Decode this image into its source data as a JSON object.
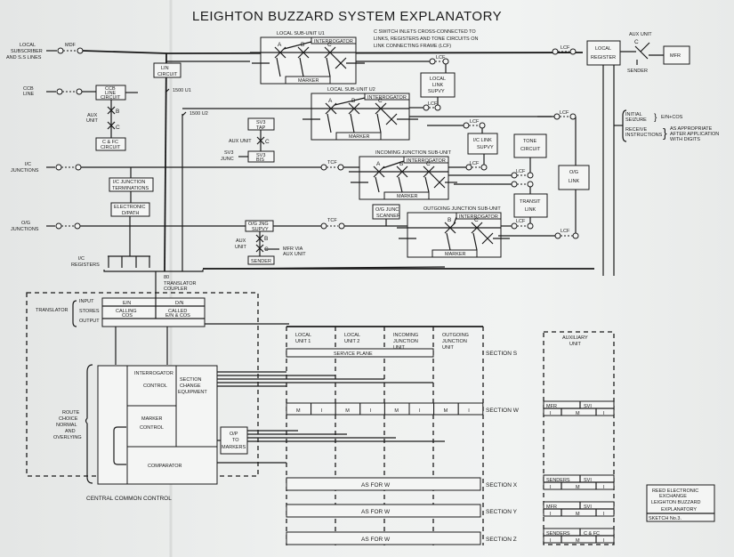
{
  "title": "LEIGHTON BUZZARD SYSTEM EXPLANATORY",
  "inputs": {
    "local_subscriber": [
      "LOCAL",
      "SUBSCRIBER",
      "AND S.S LINES"
    ],
    "mdf": "MDF",
    "ccb_line": [
      "CCB",
      "LINE"
    ],
    "ic_junctions": [
      "I/C",
      "JUNCTIONS"
    ],
    "og_junctions": [
      "O/G",
      "JUNCTIONS"
    ],
    "ic_registers": [
      "I/C",
      "REGISTERS"
    ]
  },
  "blocks": {
    "line_circuit": [
      "LIN",
      "CIRCUIT"
    ],
    "ccb_line_circuit": [
      "CCB",
      "LINE",
      "CIRCUIT"
    ],
    "aux_unit": [
      "AUX",
      "UNIT"
    ],
    "cfc_circuit": [
      "C & FC",
      "CIRCUIT"
    ],
    "ic_junction_terminations": [
      "I/C JUNCTION",
      "TERMINATIONS"
    ],
    "electronic_dpath": [
      "ELECTRONIC",
      "D/PATH"
    ],
    "sv3_tap": [
      "SV3",
      "TAP"
    ],
    "sv3_bis": [
      "SV3",
      "BIS"
    ],
    "sv3_junc": [
      "SV3",
      "JUNC"
    ],
    "aux_unit_inline": "AUX UNIT",
    "og_jnc_supvy": [
      "O/G JNG",
      "SUPVY"
    ],
    "sender": "SENDER",
    "mfr_via_aux": [
      "MFR VIA",
      "AUX UNIT"
    ],
    "og_junc_scanner": [
      "O/G JUNC",
      "SCANNER"
    ],
    "local_link_supvy": [
      "LOCAL",
      "LINK",
      "SUPVY"
    ],
    "ic_link_supvy": [
      "I/C LINK",
      "SUPVY"
    ],
    "tone_circuit": [
      "TONE",
      "CIRCUIT"
    ],
    "transit_link": [
      "TRANSIT",
      "LINK"
    ],
    "og_link": [
      "O/G",
      "LINK"
    ],
    "local_register": [
      "LOCAL",
      "REGISTER"
    ],
    "mfr": "MFR",
    "aux_unit_top": "AUX UNIT",
    "sender_top": "SENDER",
    "c_label": "C",
    "b_label": "B"
  },
  "wire_labels": {
    "u1": "1500 U1",
    "u2": "1500 U2",
    "lcf": "LCF",
    "tcf": "TCF",
    "coupler_count": "80",
    "translator_coupler": [
      "TRANSLATOR",
      "COUPLER"
    ]
  },
  "sub_units": [
    {
      "name": "LOCAL SUB-UNIT U1",
      "interrogator": "INTERROGATOR",
      "marker": "MARKER",
      "switches": [
        "A",
        "B",
        "C"
      ]
    },
    {
      "name": "LOCAL SUB-UNIT U2",
      "interrogator": "INTERROGATOR",
      "marker": "MARKER",
      "switches": [
        "A",
        "B",
        "C"
      ]
    },
    {
      "name": "INCOMING JUNCTION SUB-UNIT",
      "interrogator": "INTERROGATOR",
      "marker": "MARKER",
      "switches": [
        "A",
        "B",
        "C"
      ]
    },
    {
      "name": "OUTGOING JUNCTION SUB-UNIT",
      "interrogator": "INTERROGATOR",
      "marker": "MARKER",
      "switches": [
        "B",
        "C"
      ]
    }
  ],
  "note_c_switch": [
    "C SWITCH INLETS CROSS-CONNECTED TO",
    "LINKS, REGISTERS AND TONE CIRCUITS ON",
    "LINK CONNECTING FRAME (LCF)"
  ],
  "register_notes": {
    "initial_seizure": [
      "INITIAL",
      "SEIZURE"
    ],
    "initial_result": "E/N+COS",
    "receive_instructions": [
      "RECEIVE",
      "INSTRUCTIONS"
    ],
    "receive_result": [
      "AS APPROPRIATE",
      "AFTER APPLICATION",
      "WITH DIGITS"
    ]
  },
  "translator": {
    "label": "TRANSLATOR",
    "rows": [
      "INPUT",
      "STORES",
      "OUTPUT"
    ],
    "input_cells": [
      "E/N",
      "D/N"
    ],
    "store_cells": [
      [
        "CALLING",
        "COS"
      ],
      [
        "CALLED",
        "E/N & COS"
      ]
    ]
  },
  "central_control": {
    "title": "CENTRAL COMMON CONTROL",
    "route_choice": [
      "ROUTE",
      "CHOICE",
      "NORMAL",
      "AND",
      "OVERLYING"
    ],
    "interrogator_control": [
      "INTERROGATOR",
      "CONTROL"
    ],
    "section_change": [
      "SECTION",
      "CHANGE",
      "EQUIPMENT"
    ],
    "marker_control": [
      "MARKER",
      "CONTROL"
    ],
    "comparator": "COMPARATOR",
    "op_to_markers": [
      "O/P",
      "TO",
      "MARKERS"
    ]
  },
  "sections": {
    "units": [
      [
        "LOCAL",
        "UNIT 1"
      ],
      [
        "LOCAL",
        "UNIT 2"
      ],
      [
        "INCOMING",
        "JUNCTION",
        "UNIT"
      ],
      [
        "OUTGOING",
        "JUNCTION",
        "UNIT"
      ]
    ],
    "service_plane": "SERVICE PLANE",
    "w_cells": [
      "M",
      "I",
      "M",
      "I",
      "M",
      "I",
      "M",
      "I"
    ],
    "as_for_w": "AS FOR W",
    "labels": [
      "SECTION S",
      "SECTION W",
      "SECTION X",
      "SECTION Y",
      "SECTION Z"
    ]
  },
  "auxiliary_unit": {
    "title": [
      "AUXILIARY",
      "UNIT"
    ],
    "rows": [
      {
        "top": [
          "MFR",
          "SVI"
        ],
        "bottom": [
          "I",
          "M",
          "I"
        ]
      },
      {
        "top": [
          "SENDERS",
          "SVI"
        ],
        "bottom": [
          "I",
          "M",
          "I"
        ]
      },
      {
        "top": [
          "MFR",
          "SVI"
        ],
        "bottom": [
          "I",
          "M",
          "I"
        ]
      },
      {
        "top": [
          "SENDERS",
          "C & FC"
        ],
        "bottom": [
          "I",
          "M",
          "I"
        ]
      }
    ]
  },
  "title_block": {
    "lines": [
      "REED ELECTRONIC",
      "EXCHANGE",
      "LEIGHTON BUZZARD",
      "EXPLANATORY"
    ],
    "sketch": "SKETCH No.3."
  }
}
